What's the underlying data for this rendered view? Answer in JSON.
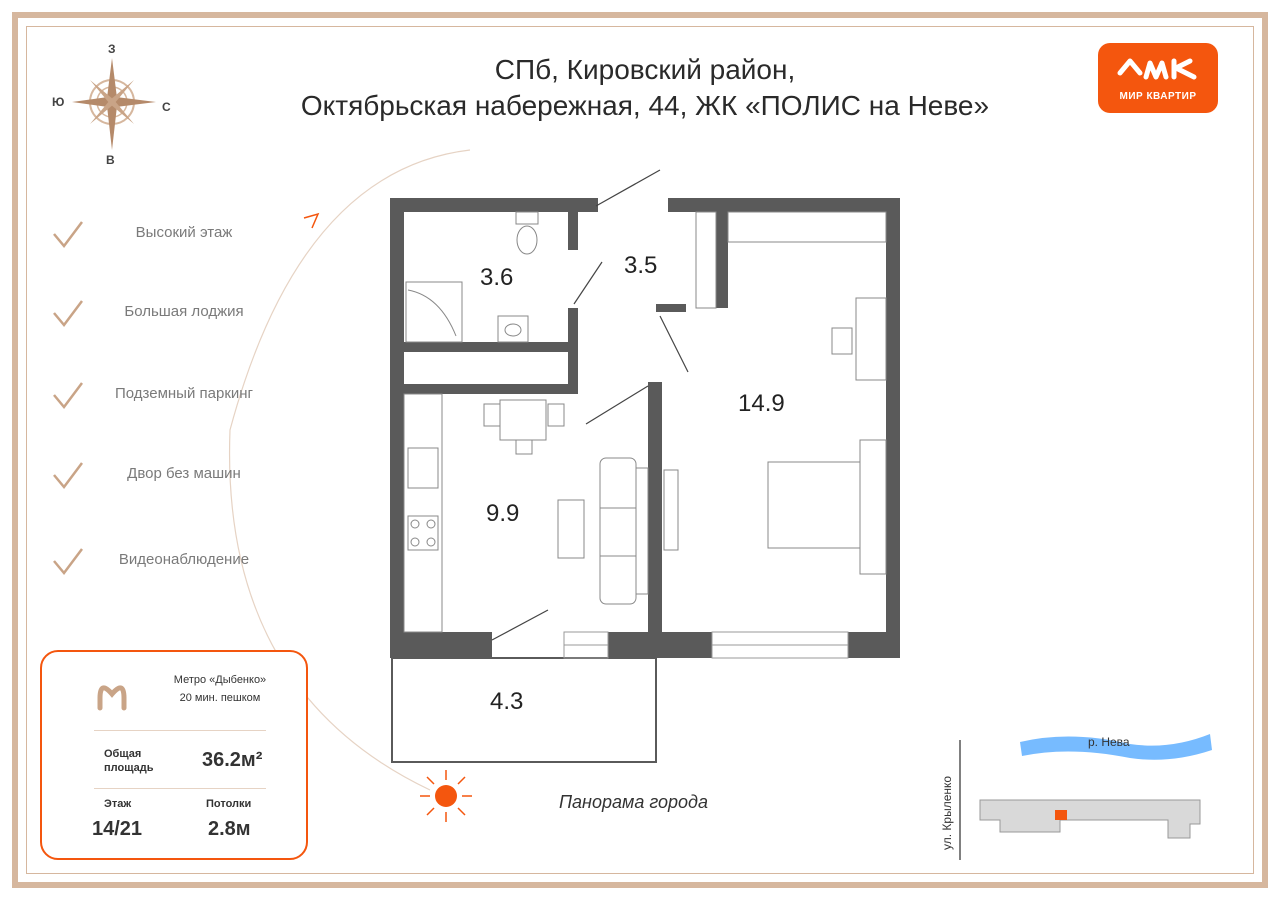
{
  "title": {
    "line1": "СПб, Кировский район,",
    "line2": "Октябрьская набережная, 44, ЖК «ПОЛИС на Неве»"
  },
  "logo": {
    "text": "МИР КВАРТИР",
    "color": "#f4560e"
  },
  "compass": {
    "north": "З",
    "south": "В",
    "west": "Ю",
    "east": "С"
  },
  "features": [
    {
      "label": "Высокий этаж"
    },
    {
      "label": "Большая лоджия"
    },
    {
      "label": "Подземный паркинг"
    },
    {
      "label": "Двор без машин"
    },
    {
      "label": "Видеонаблюдение"
    }
  ],
  "info": {
    "metro_name": "Метро «Дыбенко»",
    "metro_walk": "20 мин. пешком",
    "area_label_1": "Общая",
    "area_label_2": "площадь",
    "area_value": "36.2м²",
    "floor_label": "Этаж",
    "floor_value": "14/21",
    "ceiling_label": "Потолки",
    "ceiling_value": "2.8м"
  },
  "rooms": {
    "bathroom": "3.6",
    "hallway": "3.5",
    "bedroom": "14.9",
    "kitchen": "9.9",
    "loggia": "4.3"
  },
  "panorama": "Панорама города",
  "map": {
    "river": "р. Нева",
    "street": "ул. Крыленко"
  },
  "colors": {
    "accent": "#f4560e",
    "frame": "#d6b79e",
    "wall": "#5a5a5a"
  }
}
